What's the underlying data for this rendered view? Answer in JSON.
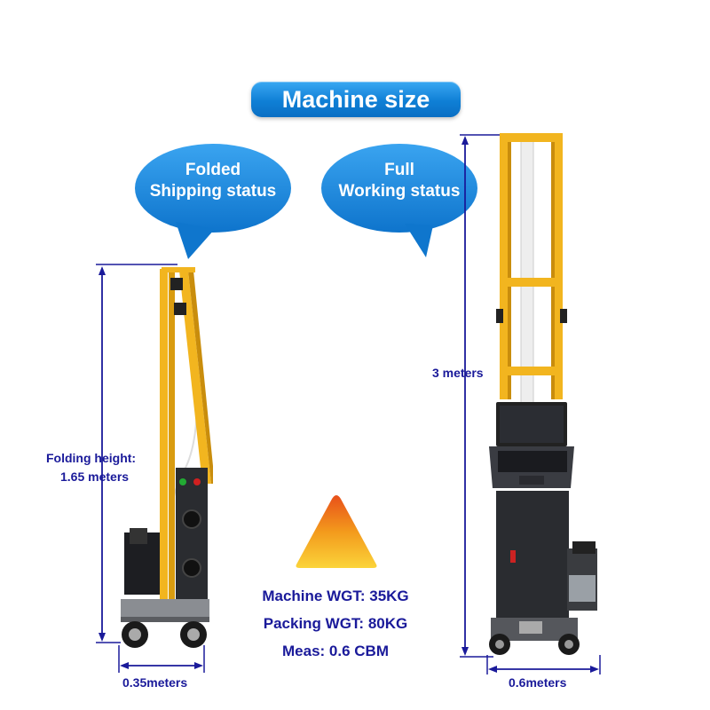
{
  "title": "Machine size",
  "bubbles": {
    "left": {
      "line1": "Folded",
      "line2": "Shipping status"
    },
    "right": {
      "line1": "Full",
      "line2": "Working status"
    }
  },
  "dimensions": {
    "folding_height_line1": "Folding height:",
    "folding_height_line2": "1.65 meters",
    "full_height": "3 meters",
    "folded_width": "0.35meters",
    "full_width": "0.6meters"
  },
  "specs": {
    "machine_weight": "Machine WGT: 35KG",
    "packing_weight": "Packing WGT: 80KG",
    "measurement": "Meas: 0.6 CBM"
  },
  "colors": {
    "title_blue": "#0f7fd6",
    "bubble_blue": "#1a8be0",
    "dimension_navy": "#1a1a9a",
    "frame_yellow": "#f2b51f",
    "cabinet_black": "#2a2c30"
  }
}
